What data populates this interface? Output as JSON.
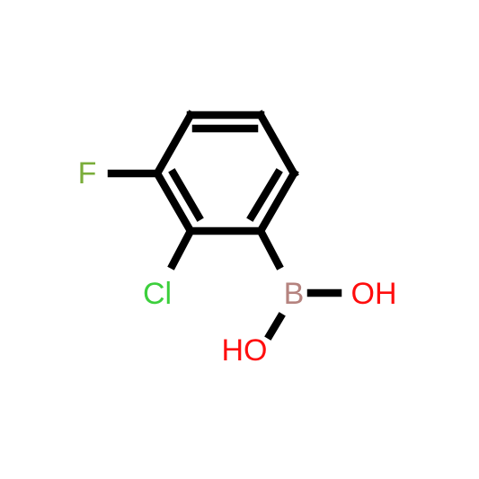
{
  "molecule": {
    "atoms": [
      {
        "key": "F",
        "label": "F",
        "color": "#7aad3a"
      },
      {
        "key": "Cl",
        "label": "Cl",
        "color": "#3ccf3c"
      },
      {
        "key": "B",
        "label": "B",
        "color": "#b5837f"
      },
      {
        "key": "OH_right",
        "label": "OH",
        "color": "#ff0d0d"
      },
      {
        "key": "OH_bottom",
        "label": "HO",
        "color": "#ff0d0d"
      }
    ],
    "bond_color": "#000000"
  }
}
